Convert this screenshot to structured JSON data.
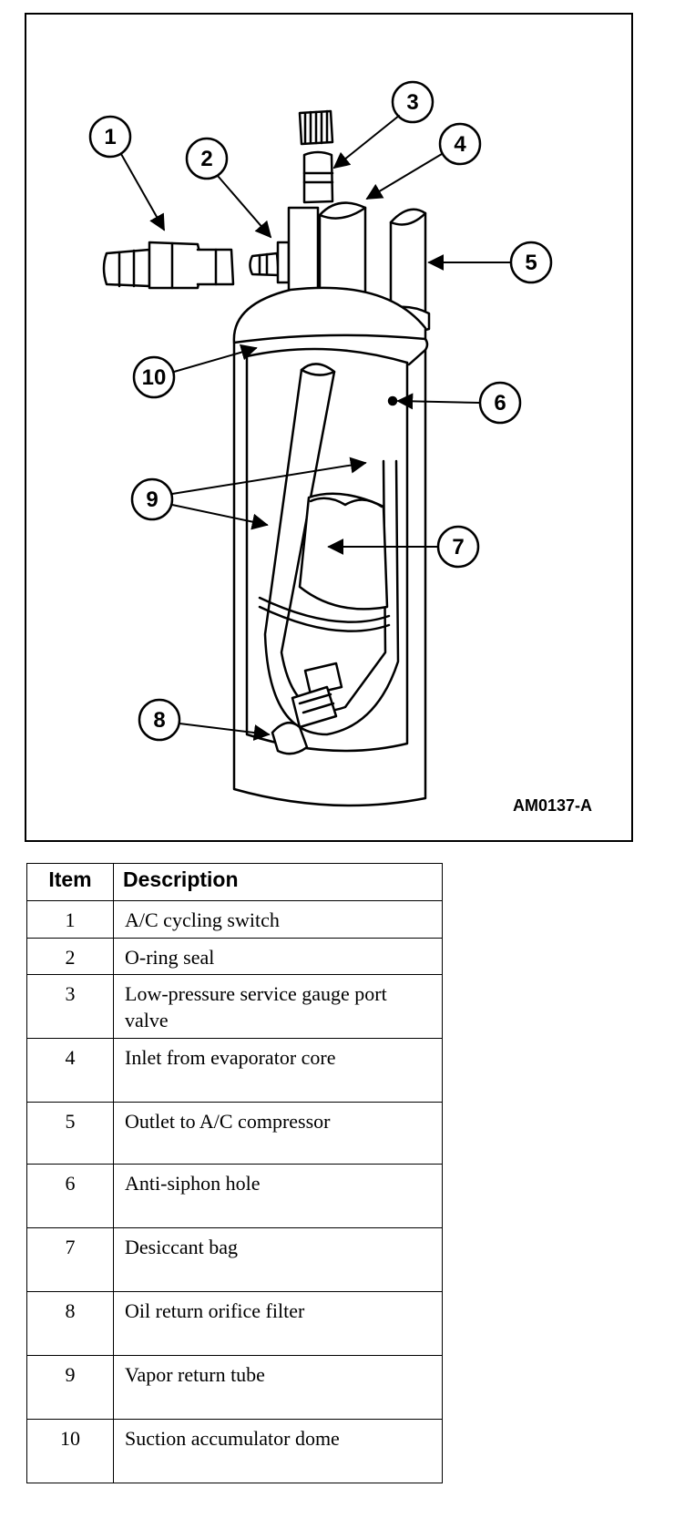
{
  "figure": {
    "id_code": "AM0137-A",
    "callouts": [
      "1",
      "2",
      "3",
      "4",
      "5",
      "6",
      "7",
      "8",
      "9",
      "10"
    ]
  },
  "legend": {
    "header_item": "Item",
    "header_description": "Description",
    "rows": [
      {
        "item": "1",
        "description": "A/C cycling switch"
      },
      {
        "item": "2",
        "description": "O-ring seal"
      },
      {
        "item": "3",
        "description": "Low-pressure service gauge port valve"
      },
      {
        "item": "4",
        "description": "Inlet from evaporator core"
      },
      {
        "item": "5",
        "description": "Outlet to A/C compressor"
      },
      {
        "item": "6",
        "description": "Anti-siphon hole"
      },
      {
        "item": "7",
        "description": "Desiccant bag"
      },
      {
        "item": "8",
        "description": "Oil return orifice filter"
      },
      {
        "item": "9",
        "description": "Vapor return tube"
      },
      {
        "item": "10",
        "description": "Suction accumulator dome"
      }
    ]
  }
}
